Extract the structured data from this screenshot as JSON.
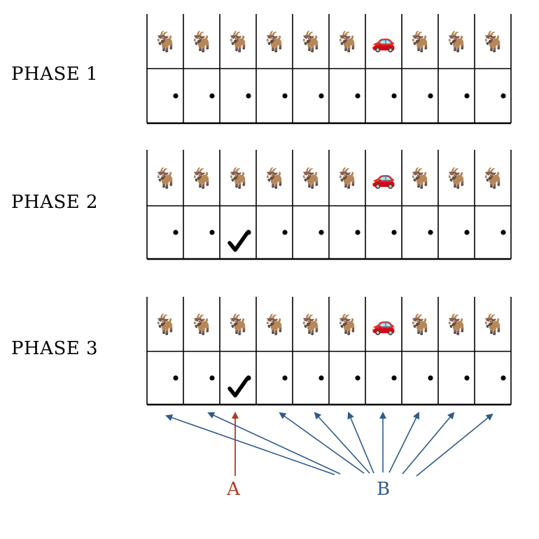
{
  "phases": [
    {
      "label": "PHASE 1",
      "doors": [
        "goat",
        "goat",
        "goat",
        "goat",
        "goat",
        "goat",
        "car",
        "goat",
        "goat",
        "goat"
      ],
      "checked_door": null
    },
    {
      "label": "PHASE 2",
      "doors": [
        "goat",
        "goat",
        "goat",
        "goat",
        "goat",
        "goat",
        "car",
        "goat",
        "goat",
        "goat"
      ],
      "checked_door": 3
    },
    {
      "label": "PHASE 3",
      "doors": [
        "goat",
        "goat",
        "goat",
        "goat",
        "goat",
        "goat",
        "car",
        "goat",
        "goat",
        "goat"
      ],
      "checked_door": 3
    }
  ],
  "icons": {
    "goat": "🐐",
    "car": "🚗",
    "check": "✔"
  },
  "arrows": {
    "a": {
      "label": "A",
      "color": "#b03a24",
      "target_doors": [
        3
      ]
    },
    "b": {
      "label": "B",
      "color": "#2f5b8c",
      "target_doors": [
        1,
        2,
        4,
        5,
        6,
        7,
        8,
        9,
        10
      ]
    }
  },
  "colors": {
    "line": "#000000",
    "background": "#ffffff"
  }
}
